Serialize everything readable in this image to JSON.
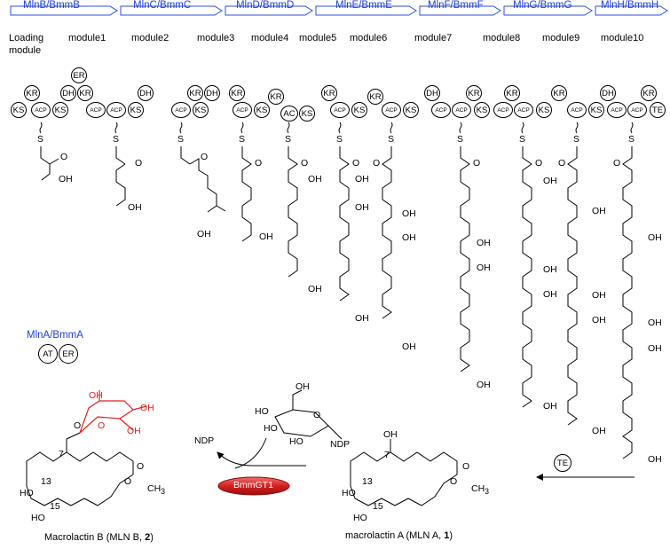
{
  "proteins": [
    {
      "id": "mlnB",
      "label": "MlnB/BmmB"
    },
    {
      "id": "mlnC",
      "label": "MlnC/BmmC"
    },
    {
      "id": "mlnD",
      "label": "MlnD/BmmD"
    },
    {
      "id": "mlnE",
      "label": "MlnE/BmmE"
    },
    {
      "id": "mlnF",
      "label": "MlnF/BmmF"
    },
    {
      "id": "mlnG",
      "label": "MlnG/BmmG"
    },
    {
      "id": "mlnH",
      "label": "MlnH/BmmH"
    },
    {
      "id": "mlnA",
      "label": "MlnA/BmmA"
    }
  ],
  "modules": {
    "loading_line1": "Loading",
    "loading_line2": "module",
    "m1": "module1",
    "m2": "module2",
    "m3": "module3",
    "m4": "module4",
    "m5": "module5",
    "m6": "module6",
    "m7": "module7",
    "m8": "module8",
    "m9": "module9",
    "m10": "module10"
  },
  "domains": {
    "KS": "KS",
    "ACP": "ACP",
    "KR": "KR",
    "DH": "DH",
    "ER": "ER",
    "AT": "AT",
    "TE": "TE",
    "AC": "AC"
  },
  "chem": {
    "S": "S",
    "O": "O",
    "OH": "OH",
    "HO": "HO",
    "CH3": "CH",
    "ndp": "NDP",
    "ndp_sugar": "NDP"
  },
  "labels": {
    "enzyme": "BmmGT1",
    "te_release": "TE",
    "num7": "7",
    "num13": "13",
    "num15": "15",
    "mln_a_pre": "macrolactin A (MLN A, ",
    "mln_a_num": "1",
    "mln_a_post": ")",
    "mln_b_pre": "Macrolactin B (MLN B, ",
    "mln_b_num": "2",
    "mln_b_post": ")"
  },
  "colors": {
    "protein_text": "#1f3fd6",
    "arrow": "#2f4fd8",
    "enzyme": "#d42020",
    "sugar": "#e0201c"
  }
}
